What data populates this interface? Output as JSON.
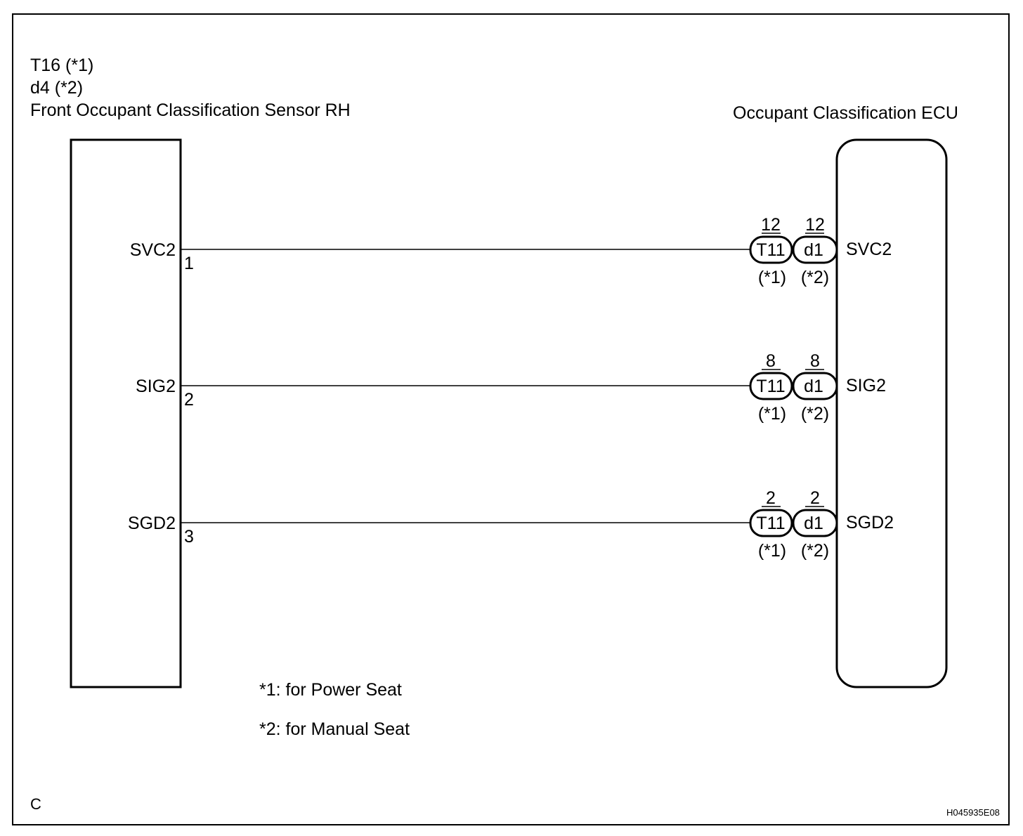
{
  "left_component": {
    "connector_a": "T16 (*1)",
    "connector_b": "d4 (*2)",
    "name": "Front Occupant Classification Sensor RH"
  },
  "right_component": {
    "name": "Occupant Classification ECU"
  },
  "wires": [
    {
      "left_label": "SVC2",
      "left_pin": "1",
      "right_label": "SVC2",
      "conn1": {
        "name": "T11",
        "pin": "12",
        "note": "(*1)"
      },
      "conn2": {
        "name": "d1",
        "pin": "12",
        "note": "(*2)"
      }
    },
    {
      "left_label": "SIG2",
      "left_pin": "2",
      "right_label": "SIG2",
      "conn1": {
        "name": "T11",
        "pin": "8",
        "note": "(*1)"
      },
      "conn2": {
        "name": "d1",
        "pin": "8",
        "note": "(*2)"
      }
    },
    {
      "left_label": "SGD2",
      "left_pin": "3",
      "right_label": "SGD2",
      "conn1": {
        "name": "T11",
        "pin": "2",
        "note": "(*1)"
      },
      "conn2": {
        "name": "d1",
        "pin": "2",
        "note": "(*2)"
      }
    }
  ],
  "notes": [
    "*1: for Power Seat",
    "*2: for Manual Seat"
  ],
  "corner_label": "C",
  "figure_id": "H045935E08"
}
